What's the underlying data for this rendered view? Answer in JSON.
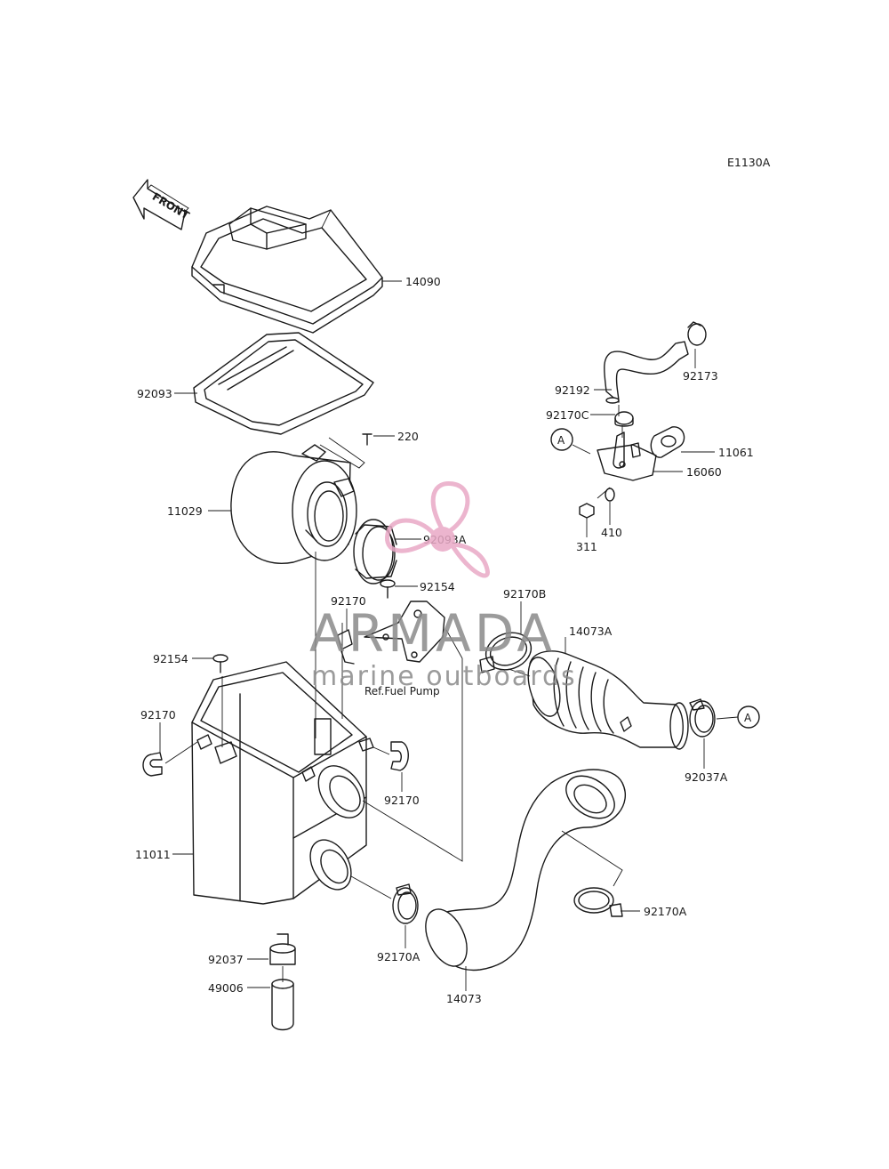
{
  "diagram": {
    "code": "E1130A",
    "front_label": "FRONT",
    "ref_note": "Ref.Fuel Pump",
    "reference_marker": "A",
    "callouts": [
      {
        "id": "c-14090",
        "text": "14090"
      },
      {
        "id": "c-92093",
        "text": "92093"
      },
      {
        "id": "c-220",
        "text": "220"
      },
      {
        "id": "c-11029",
        "text": "11029"
      },
      {
        "id": "c-92093a",
        "text": "92093A"
      },
      {
        "id": "c-92154-top",
        "text": "92154"
      },
      {
        "id": "c-92170-mid",
        "text": "92170"
      },
      {
        "id": "c-92154-left",
        "text": "92154"
      },
      {
        "id": "c-92170-left",
        "text": "92170"
      },
      {
        "id": "c-92170-right",
        "text": "92170"
      },
      {
        "id": "c-11011",
        "text": "11011"
      },
      {
        "id": "c-92037",
        "text": "92037"
      },
      {
        "id": "c-49006",
        "text": "49006"
      },
      {
        "id": "c-92170a-mid",
        "text": "92170A"
      },
      {
        "id": "c-14073",
        "text": "14073"
      },
      {
        "id": "c-92170a-right",
        "text": "92170A"
      },
      {
        "id": "c-92170b",
        "text": "92170B"
      },
      {
        "id": "c-14073a",
        "text": "14073A"
      },
      {
        "id": "c-92037a",
        "text": "92037A"
      },
      {
        "id": "c-92192",
        "text": "92192"
      },
      {
        "id": "c-92173",
        "text": "92173"
      },
      {
        "id": "c-92170c",
        "text": "92170C"
      },
      {
        "id": "c-11061",
        "text": "11061"
      },
      {
        "id": "c-16060",
        "text": "16060"
      },
      {
        "id": "c-311",
        "text": "311"
      },
      {
        "id": "c-410",
        "text": "410"
      }
    ]
  },
  "watermark": {
    "brand": "ARMADA",
    "tagline": "marine outboards",
    "brand_color": "#e9a9c6"
  }
}
